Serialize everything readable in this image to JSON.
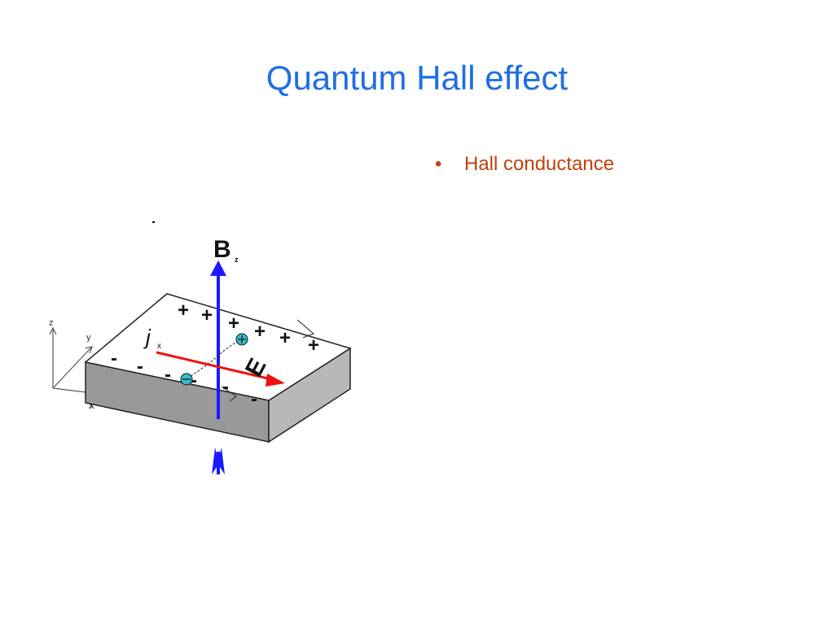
{
  "slide": {
    "title": "Quantum Hall effect",
    "bullets": [
      {
        "text": "Hall conductance",
        "color": "#c0410a"
      }
    ],
    "title_color": "#1f6fe5"
  },
  "figure": {
    "field_label": "B",
    "field_subscript": "z",
    "current_label": "j",
    "current_subscript": "x",
    "efield_label": "E",
    "axis_z": "z",
    "axis_y": "y",
    "axis_x": "x",
    "plus_sign": "+",
    "minus_sign": "-",
    "colors": {
      "field_arrow": "#1a1aff",
      "efield_arrow": "#ee1111",
      "charge": "#33bbcc",
      "slab_top": "#ffffff",
      "slab_side": "#999999"
    }
  }
}
